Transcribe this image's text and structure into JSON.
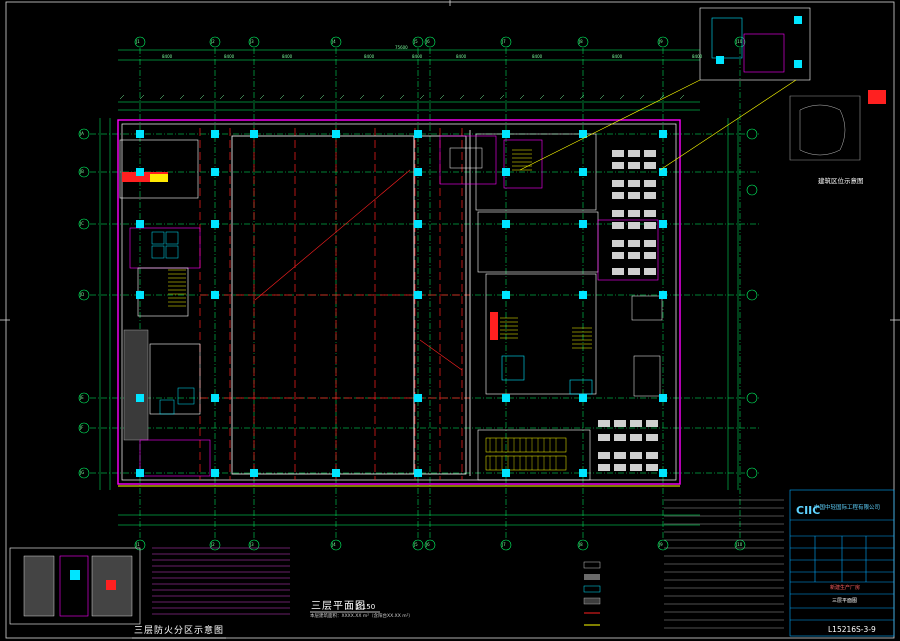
{
  "drawing": {
    "plan_title": "三层平面图",
    "plan_scale": "1:150",
    "plan_subtitle": "本层建筑面积：XXXX.XX m²（含阳台XX.XX m²）",
    "fire_zone_title": "三层防火分区示意图",
    "key_plan_title": "建筑区位示意图",
    "firm_name": "中国中轻国际工程有限公司",
    "project_name": "新建生产厂房",
    "drawing_name": "三层平面图",
    "drawing_number": "L15216S-3-9"
  },
  "grid": {
    "col_labels": [
      "J1",
      "J2",
      "J3",
      "J4",
      "J5",
      "J6",
      "J7",
      "J8",
      "J9",
      "J10"
    ],
    "row_labels": [
      "JA",
      "JB",
      "JC",
      "JD",
      "JE",
      "JF",
      "JG"
    ],
    "dims_top": [
      "8400",
      "8400",
      "8400",
      "8400",
      "8400",
      "8400",
      "8400",
      "8400",
      "8400"
    ],
    "overall_dim": "75600"
  },
  "colors": {
    "background": "#000000",
    "grid": "#00ff66",
    "wall": "#ffffff",
    "column": "#00e5ff",
    "fire_line": "#ff2020",
    "boundary": "#ff00ff",
    "annotation": "#ffff00",
    "title_border": "#00aaff"
  }
}
